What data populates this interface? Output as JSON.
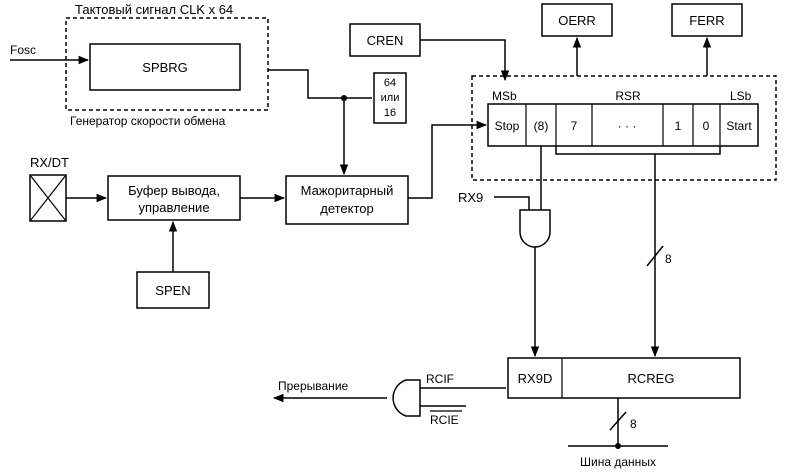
{
  "labels": {
    "clk_title": "Тактовый сигнал CLK x 64",
    "fosc": "Fosc",
    "spbrg": "SPBRG",
    "baud_gen": "Генератор скорости обмена",
    "cren": "CREN",
    "oerr": "OERR",
    "ferr": "FERR",
    "div_64": "64",
    "div_or": "или",
    "div_16": "16",
    "msb": "MSb",
    "rsr": "RSR",
    "lsb": "LSb",
    "stop": "Stop",
    "bit8": "(8)",
    "bit7": "7",
    "dots": "· · ·",
    "bit1": "1",
    "bit0": "0",
    "start": "Start",
    "rxdt": "RX/DT",
    "buffer_l1": "Буфер вывода,",
    "buffer_l2": "управление",
    "majority_l1": "Мажоритарный",
    "majority_l2": "детектор",
    "rx9": "RX9",
    "spen": "SPEN",
    "bus_width_1": "8",
    "bus_width_2": "8",
    "rx9d": "RX9D",
    "rcreg": "RCREG",
    "interrupt": "Прерывание",
    "rcif": "RCIF",
    "rcie": "RCIE",
    "data_bus": "Шина данных"
  }
}
